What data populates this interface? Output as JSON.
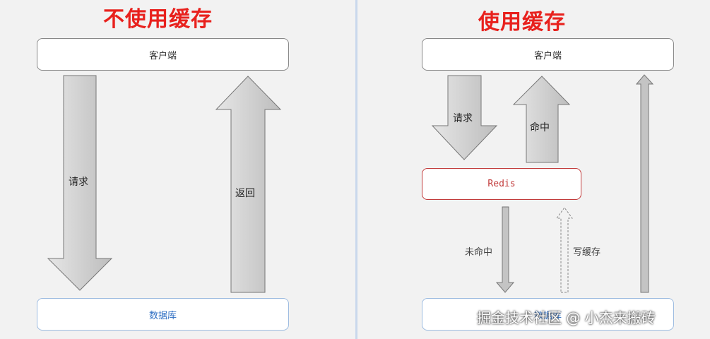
{
  "left": {
    "title": "不使用缓存",
    "client_label": "客户端",
    "request_label": "请求",
    "return_label": "返回",
    "db_label": "数据库"
  },
  "right": {
    "title": "使用缓存",
    "client_label": "客户端",
    "request_label": "请求",
    "hit_label": "命中",
    "redis_label": "Redis",
    "miss_label": "未命中",
    "write_cache_label": "写缓存",
    "db_label": "数据库"
  },
  "watermark": "掘金技术社区 @ 小杰来搬砖",
  "colors": {
    "title_red": "#e8211d",
    "redis_red": "#c23b3b",
    "db_blue": "#2f6fc3",
    "arrow_gray": "#c8c8c8"
  }
}
